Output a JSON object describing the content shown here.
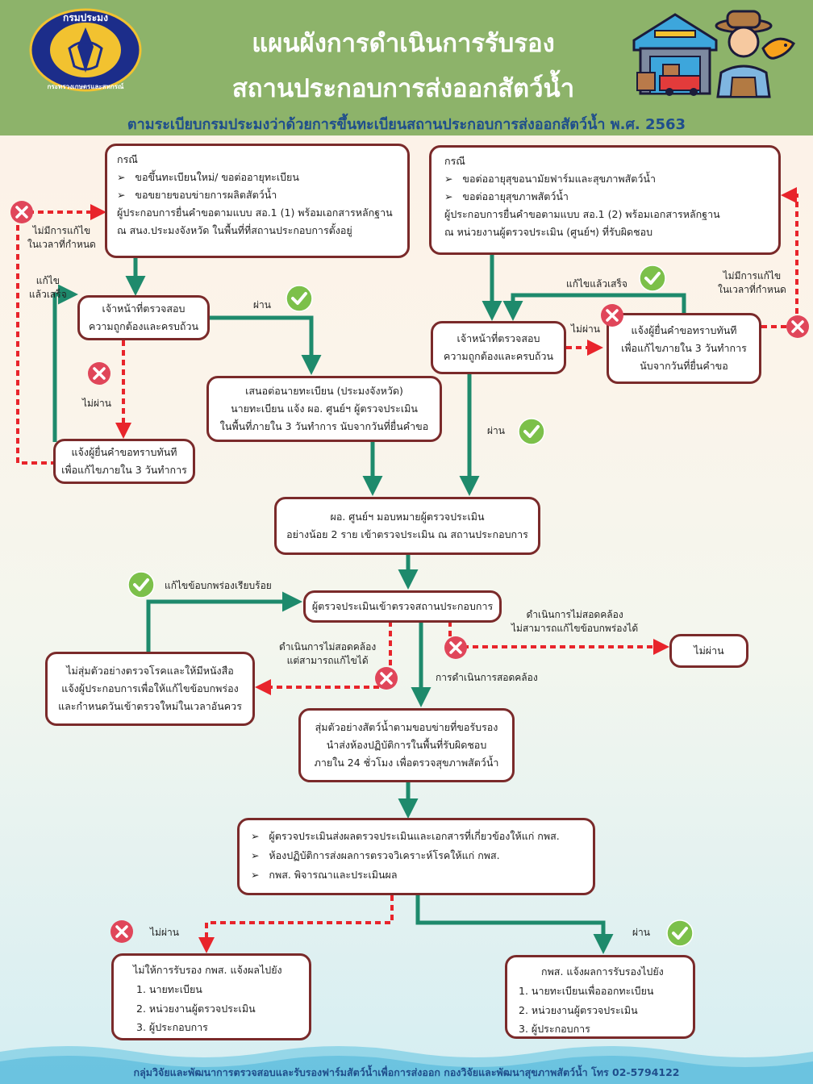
{
  "header": {
    "logo_text": "กรมประมง กระทรวงเกษตรและสหกรณ์",
    "title_line1": "แผนผังการดำเนินการรับรอง",
    "title_line2": "สถานประกอบการส่งออกสัตว์น้ำ",
    "subtitle": "ตามระเบียบกรมประมงว่าด้วยการขึ้นทะเบียนสถานประกอบการส่งออกสัตว์น้ำ พ.ศ. 2563"
  },
  "case_left": {
    "heading": "กรณี",
    "items": [
      "ขอขึ้นทะเบียนใหม่/ ขอต่ออายุทะเบียน",
      "ขอขยายขอบข่ายการผลิตสัตว์น้ำ"
    ],
    "line1": "ผู้ประกอบการยื่นคำขอตามแบบ สอ.1 (1) พร้อมเอกสารหลักฐาน",
    "line2": "ณ สนง.ประมงจังหวัด ในพื้นที่ที่สถานประกอบการตั้งอยู่"
  },
  "case_right": {
    "heading": "กรณี",
    "items": [
      "ขอต่ออายุสุขอนามัยฟาร์มและสุขภาพสัตว์น้ำ",
      "ขอต่ออายุสุขภาพสัตว์น้ำ"
    ],
    "line1": "ผู้ประกอบการยื่นคำขอตามแบบ สอ.1 (2) พร้อมเอกสารหลักฐาน",
    "line2": "ณ หน่วยงานผู้ตรวจประเมิน (ศูนย์ฯ) ที่รับผิดชอบ"
  },
  "officer_left": {
    "line1": "เจ้าหน้าที่ตรวจสอบ",
    "line2": "ความถูกต้องและครบถ้วน"
  },
  "officer_right": {
    "line1": "เจ้าหน้าที่ตรวจสอบ",
    "line2": "ความถูกต้องและครบถ้วน"
  },
  "notify_left": {
    "line1": "แจ้งผู้ยื่นคำขอทราบทันที",
    "line2": "เพื่อแก้ไขภายใน 3 วันทำการ"
  },
  "notify_right": {
    "line1": "แจ้งผู้ยื่นคำขอทราบทันที",
    "line2": "เพื่อแก้ไขภายใน 3 วันทำการ",
    "line3": "นับจากวันที่ยื่นคำขอ"
  },
  "registrar": {
    "line1": "เสนอต่อนายทะเบียน (ประมงจังหวัด)",
    "line2": "นายทะเบียน แจ้ง ผอ. ศูนย์ฯ ผู้ตรวจประเมิน",
    "line3": "ในพื้นที่ภายใน 3 วันทำการ นับจากวันที่ยื่นคำขอ"
  },
  "assign": {
    "line1": "ผอ. ศูนย์ฯ มอบหมายผู้ตรวจประเมิน",
    "line2": "อย่างน้อย 2 ราย เข้าตรวจประเมิน ณ สถานประกอบการ"
  },
  "inspect": {
    "label": "ผู้ตรวจประเมินเข้าตรวจสถานประกอบการ"
  },
  "fail_box": {
    "label": "ไม่ผ่าน"
  },
  "no_sample": {
    "line1": "ไม่สุ่มตัวอย่างตรวจโรคและให้มีหนังสือ",
    "line2": "แจ้งผู้ประกอบการเพื่อให้แก้ไขข้อบกพร่อง",
    "line3": "และกำหนดวันเข้าตรวจใหม่ในเวลาอันควร"
  },
  "sample": {
    "line1": "สุ่มตัวอย่างสัตว์น้ำตามขอบข่ายที่ขอรับรอง",
    "line2": "นำส่งห้องปฏิบัติการในพื้นที่รับผิดชอบ",
    "line3": "ภายใน 24 ชั่วโมง เพื่อตรวจสุขภาพสัตว์น้ำ"
  },
  "results": {
    "items": [
      "ผู้ตรวจประเมินส่งผลตรวจประเมินและเอกสารที่เกี่ยวข้องให้แก่ กพส.",
      "ห้องปฏิบัติการส่งผลการตรวจวิเคราะห์โรคให้แก่ กพส.",
      "กพส. พิจารณาและประเมินผล"
    ]
  },
  "reject": {
    "heading": "ไม่ให้การรับรอง กพส. แจ้งผลไปยัง",
    "items": [
      "1. นายทะเบียน",
      "2. หน่วยงานผู้ตรวจประเมิน",
      "3. ผู้ประกอบการ"
    ]
  },
  "approve": {
    "heading": "กพส. แจ้งผลการรับรองไปยัง",
    "items": [
      "1. นายทะเบียนเพื่อออกทะเบียน",
      "2. หน่วยงานผู้ตรวจประเมิน",
      "3. ผู้ประกอบการ"
    ]
  },
  "labels": {
    "no_fix_left_1": "ไม่มีการแก้ไข",
    "no_fix_left_2": "ในเวลาที่กำหนด",
    "fixed_left_1": "แก้ไข",
    "fixed_left_2": "แล้วเสร็จ",
    "pass_1": "ผ่าน",
    "fail_1": "ไม่ผ่าน",
    "fixed_right": "แก้ไขแล้วเสร็จ",
    "fail_2": "ไม่ผ่าน",
    "no_fix_right_1": "ไม่มีการแก้ไข",
    "no_fix_right_2": "ในเวลาที่กำหนด",
    "pass_2": "ผ่าน",
    "fixed_defects": "แก้ไขข้อบกพร่องเรียบร้อย",
    "nc_fixable_1": "ดำเนินการไม่สอดคล้อง",
    "nc_fixable_2": "แต่สามารถแก้ไขได้",
    "nc_unfixable_1": "ดำเนินการไม่สอดคล้อง",
    "nc_unfixable_2": "ไม่สามารถแก้ไขข้อบกพร่องได้",
    "conform": "การดำเนินการสอดคล้อง",
    "fail_final": "ไม่ผ่าน",
    "pass_final": "ผ่าน"
  },
  "footer": "กลุ่มวิจัยและพัฒนาการตรวจสอบและรับรองฟาร์มสัตว์น้ำเพื่อการส่งออก กองวิจัยและพัฒนาสุขภาพสัตว์น้ำ โทร 02-5794122",
  "colors": {
    "header_bg": "#8db36a",
    "title": "#ffffff",
    "subtitle": "#1f4e8c",
    "pass_arrow": "#1e8a6c",
    "fail_arrow": "#e8242b",
    "box_border": "#7a2a2a",
    "check": "#7cc04a",
    "cross": "#e0465a"
  }
}
